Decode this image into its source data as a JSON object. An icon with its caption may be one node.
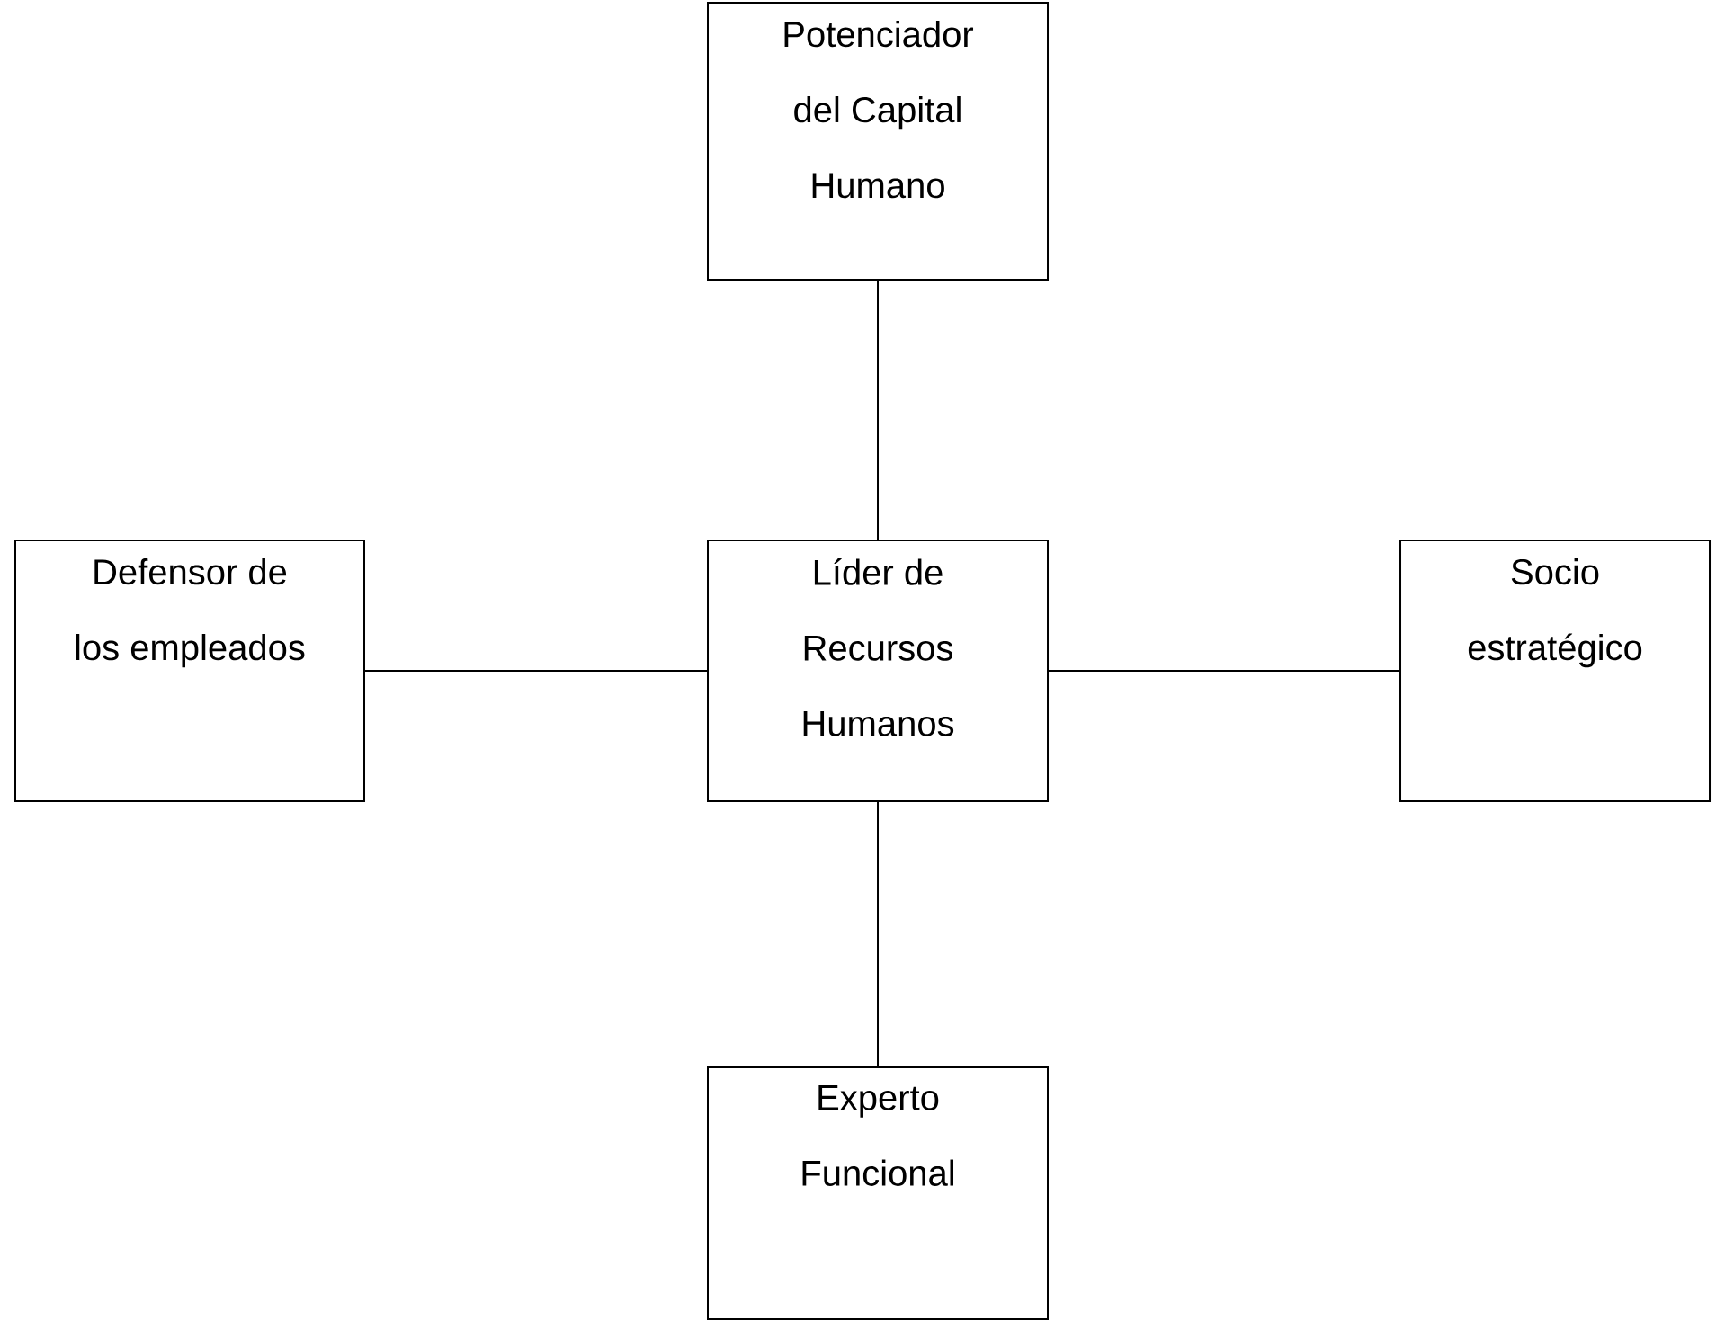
{
  "diagram": {
    "nodes": [
      {
        "text": [
          "Potenciador del Capital Humano"
        ]
      },
      {
        "text": [
          "Defensor de los empleados"
        ]
      },
      {
        "text": [
          "Líder de Recursos Humanos"
        ]
      },
      {
        "text": [
          "Socio estratégico"
        ]
      },
      {
        "text": [
          "Experto Funcional"
        ]
      }
    ],
    "edges": [
      {
        "from": 0,
        "to": 2,
        "arrow": "none"
      },
      {
        "from": 1,
        "to": 2,
        "arrow": "none"
      },
      {
        "from": 2,
        "to": 3,
        "arrow": "none"
      },
      {
        "from": 2,
        "to": 4,
        "arrow": "none"
      }
    ]
  }
}
